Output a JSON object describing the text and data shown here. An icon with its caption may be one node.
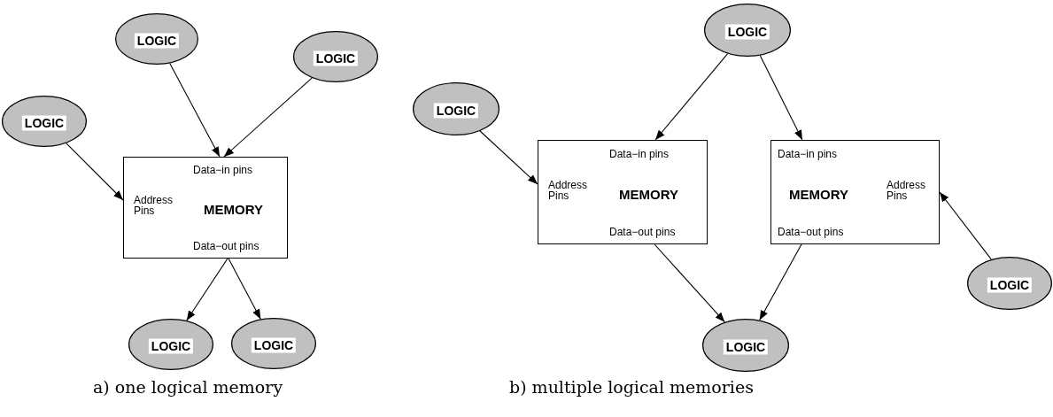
{
  "diagram": {
    "nodes": [
      {
        "text": [
          "LOGIC"
        ]
      },
      {
        "text": [
          "LOGIC"
        ]
      },
      {
        "text": [
          "LOGIC"
        ]
      },
      {
        "text": [
          "Data−in pins",
          "Address Pins",
          "MEMORY",
          "Data−out pins"
        ]
      },
      {
        "text": [
          "LOGIC"
        ]
      },
      {
        "text": [
          "LOGIC"
        ]
      },
      {
        "text": [
          "LOGIC"
        ]
      },
      {
        "text": [
          "LOGIC"
        ]
      },
      {
        "text": [
          "Data−in pins",
          "Address Pins",
          "MEMORY",
          "Data−out pins"
        ]
      },
      {
        "text": [
          "Data−in pins",
          "MEMORY",
          "Address Pins",
          "Data−out pins"
        ]
      },
      {
        "text": [
          "LOGIC"
        ]
      },
      {
        "text": [
          "LOGIC"
        ]
      }
    ],
    "edges": [
      {
        "from": 0,
        "to": 3,
        "arrow": "to"
      },
      {
        "from": 1,
        "to": 3,
        "arrow": "to"
      },
      {
        "from": 2,
        "to": 3,
        "arrow": "to"
      },
      {
        "from": 3,
        "to": 4,
        "arrow": "to"
      },
      {
        "from": 3,
        "to": 5,
        "arrow": "to"
      },
      {
        "from": 6,
        "to": 8,
        "arrow": "to"
      },
      {
        "from": 6,
        "to": 9,
        "arrow": "to"
      },
      {
        "from": 7,
        "to": 8,
        "arrow": "to"
      },
      {
        "from": 10,
        "to": 9,
        "arrow": "to"
      },
      {
        "from": 8,
        "to": 11,
        "arrow": "to"
      },
      {
        "from": 9,
        "to": 11,
        "arrow": "to"
      }
    ],
    "labels": [
      "a) one logical memory",
      "b) multiple logical memories"
    ]
  }
}
